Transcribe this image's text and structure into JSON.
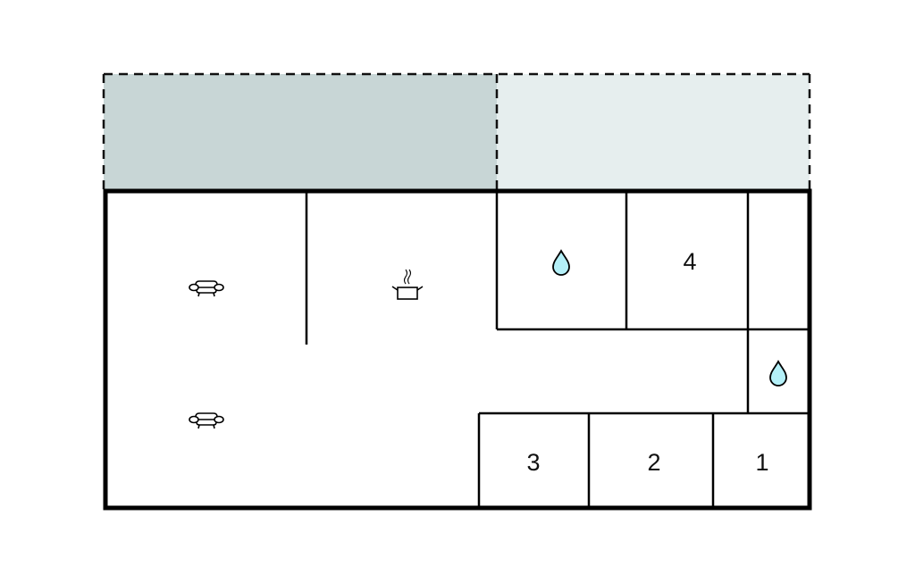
{
  "diagram": {
    "type": "floor-plan",
    "colors": {
      "terrace_left": "#c8d6d6",
      "terrace_right": "#e6eeee",
      "wall": "#000000",
      "floor": "#ffffff",
      "water_drop": "#b4f0f8"
    },
    "outdoor_areas": [
      {
        "id": "terrace-left",
        "style": "dashed",
        "fill": "#c8d6d6"
      },
      {
        "id": "terrace-right",
        "style": "dashed",
        "fill": "#e6eeee"
      }
    ],
    "rooms": [
      {
        "id": "living-area",
        "icons": [
          "armchair",
          "armchair"
        ]
      },
      {
        "id": "kitchen",
        "icons": [
          "cooking-pot"
        ]
      },
      {
        "id": "bathroom-top",
        "icons": [
          "water-drop"
        ]
      },
      {
        "id": "bedroom-4",
        "label": "4"
      },
      {
        "id": "closet-top-right",
        "label": ""
      },
      {
        "id": "bathroom-right",
        "icons": [
          "water-drop"
        ]
      },
      {
        "id": "bedroom-3",
        "label": "3"
      },
      {
        "id": "bedroom-2",
        "label": "2"
      },
      {
        "id": "bedroom-1",
        "label": "1"
      }
    ],
    "labels": {
      "room1": "1",
      "room2": "2",
      "room3": "3",
      "room4": "4"
    }
  }
}
